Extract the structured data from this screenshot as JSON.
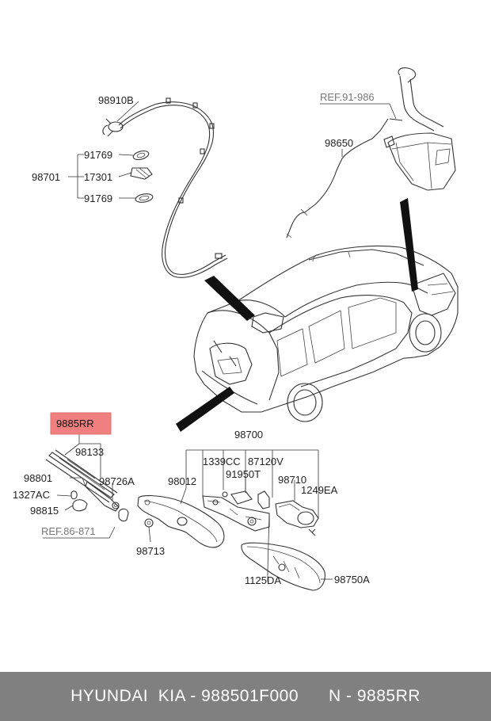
{
  "labels": {
    "p98910B": "98910B",
    "p91769a": "91769",
    "p98701": "98701",
    "p17301": "17301",
    "p91769b": "91769",
    "ref91": "REF.91-986",
    "p98650": "98650",
    "p9885RR": "9885RR",
    "p98133": "98133",
    "p98801": "98801",
    "p98726A": "98726A",
    "p1327AC": "1327AC",
    "p98815": "98815",
    "ref86": "REF.86-871",
    "p98012": "98012",
    "p98713": "98713",
    "p98700": "98700",
    "p1339CC": "1339CC",
    "p87120V": "87120V",
    "p91950T": "91950T",
    "p98710": "98710",
    "p1249EA": "1249EA",
    "p1125DA": "1125DA",
    "p98750A": "98750A"
  },
  "footer": {
    "text": "HYUNDAI  KIA - 988501F000      N - 9885RR"
  },
  "colors": {
    "highlight": "#f08080",
    "footer_bg": "#808080"
  }
}
